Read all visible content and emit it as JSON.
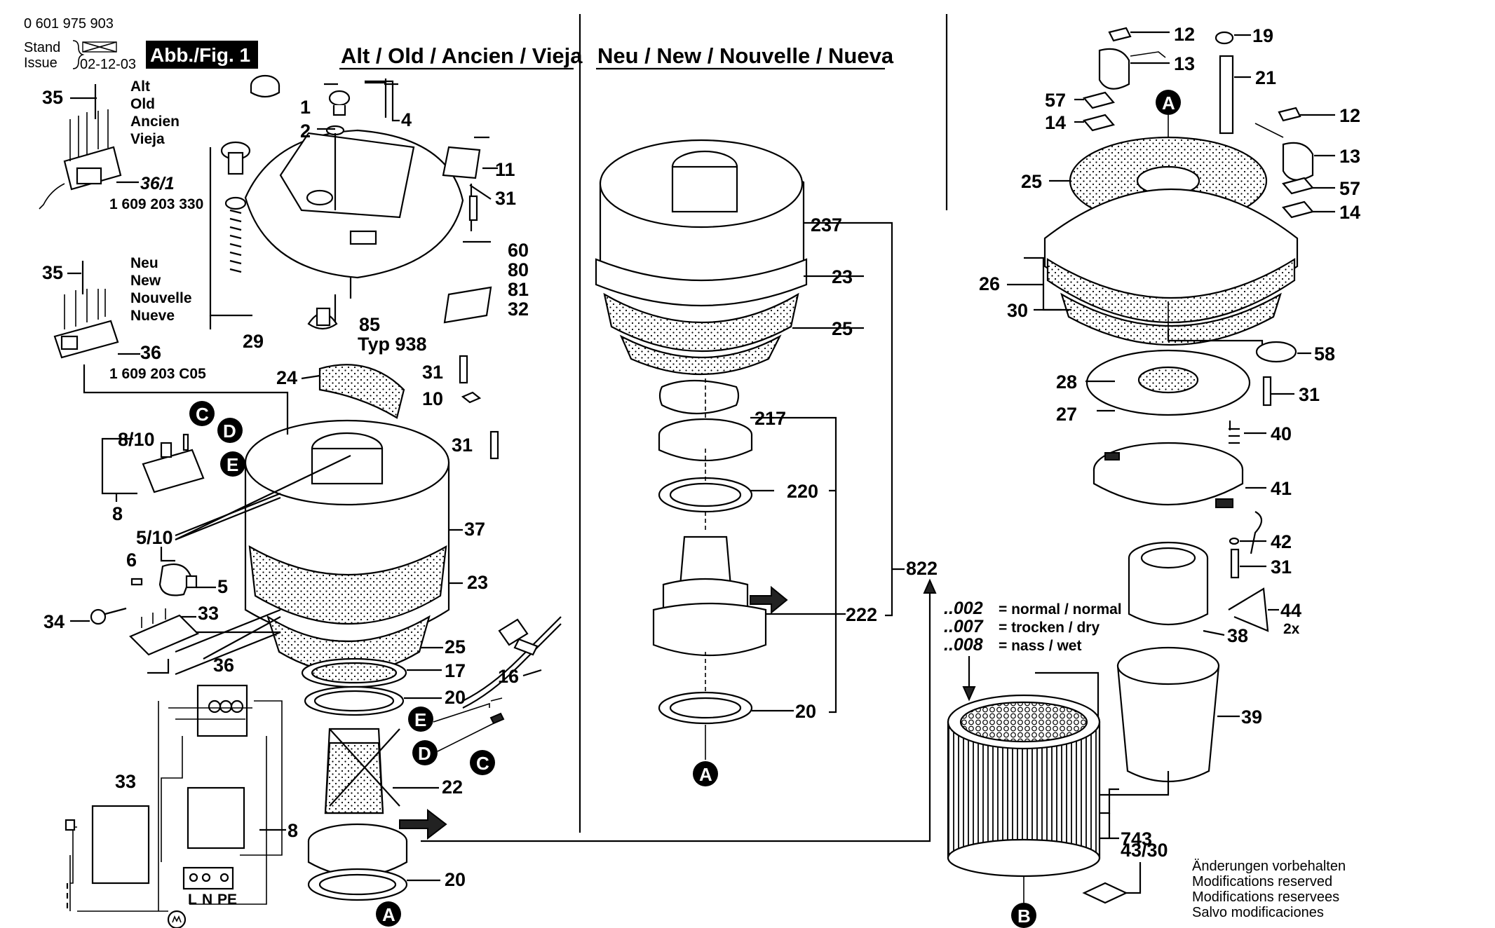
{
  "header": {
    "doc_number": "0 601 975 903",
    "stand_label": "Stand",
    "issue_label": "Issue",
    "revision": "02-12-03",
    "fig_label": "Abb./Fig. 1"
  },
  "sections": {
    "old": "Alt / Old / Ancien / Vieja",
    "new": "Neu / New / Nouvelle / Nueva"
  },
  "old_switch_legend": [
    "Alt",
    "Old",
    "Ancien",
    "Vieja"
  ],
  "new_switch_legend": [
    "Neu",
    "New",
    "Nouvelle",
    "Nueve"
  ],
  "part_numbers": {
    "old_switch_ref": "36/1",
    "old_switch_pn": "1 609 203 330",
    "new_switch_ref": "36",
    "new_switch_pn": "1 609 203 C05",
    "typ": "Typ 938"
  },
  "labels": {
    "l35a": "35",
    "l35b": "35",
    "l1": "1",
    "l2": "2",
    "l4": "4",
    "l11": "11",
    "l31a": "31",
    "l60": "60",
    "l80": "80",
    "l81": "81",
    "l32": "32",
    "l29": "29",
    "l85": "85",
    "l24": "24",
    "l31b": "31",
    "l10": "10",
    "l31c": "31",
    "l810": "8/10",
    "l8a": "8",
    "l510": "5/10",
    "l6": "6",
    "l5": "5",
    "l34": "34",
    "l33a": "33",
    "l37": "37",
    "l23a": "23",
    "l25a": "25",
    "l17": "17",
    "l20a": "20",
    "l16": "16",
    "l36c": "36",
    "l33b": "33",
    "l8b": "8",
    "l22": "22",
    "l20b": "20",
    "l237": "237",
    "l23b": "23",
    "l25b": "25",
    "l217": "217",
    "l220": "220",
    "l222": "222",
    "l822": "822",
    "l20c": "20",
    "l12a": "12",
    "l13a": "13",
    "l57a": "57",
    "l14a": "14",
    "l19": "19",
    "l21": "21",
    "l12b": "12",
    "l13b": "13",
    "l57b": "57",
    "l14b": "14",
    "l25c": "25",
    "l26": "26",
    "l30": "30",
    "l58": "58",
    "l28": "28",
    "l31d": "31",
    "l27": "27",
    "l40": "40",
    "l41": "41",
    "l42": "42",
    "l31e": "31",
    "l44": "44",
    "l2x": "2x",
    "l38": "38",
    "l39": "39",
    "l743": "743",
    "l4330": "43/30"
  },
  "terminals": {
    "L": "L",
    "N": "N",
    "PE": "PE"
  },
  "callouts": {
    "A1": "A",
    "A2": "A",
    "A3": "A",
    "B": "B",
    "C1": "C",
    "D1": "D",
    "E1": "E",
    "C2": "C",
    "D2": "D",
    "E2": "E"
  },
  "filter_variants": [
    {
      "code": "..002",
      "text": "= normal / normal"
    },
    {
      "code": "..007",
      "text": "= trocken / dry"
    },
    {
      "code": "..008",
      "text": "= nass / wet"
    }
  ],
  "footer_note": [
    "Änderungen vorbehalten",
    "Modifications reserved",
    "Modifications reservees",
    "Salvo modificaciones"
  ]
}
